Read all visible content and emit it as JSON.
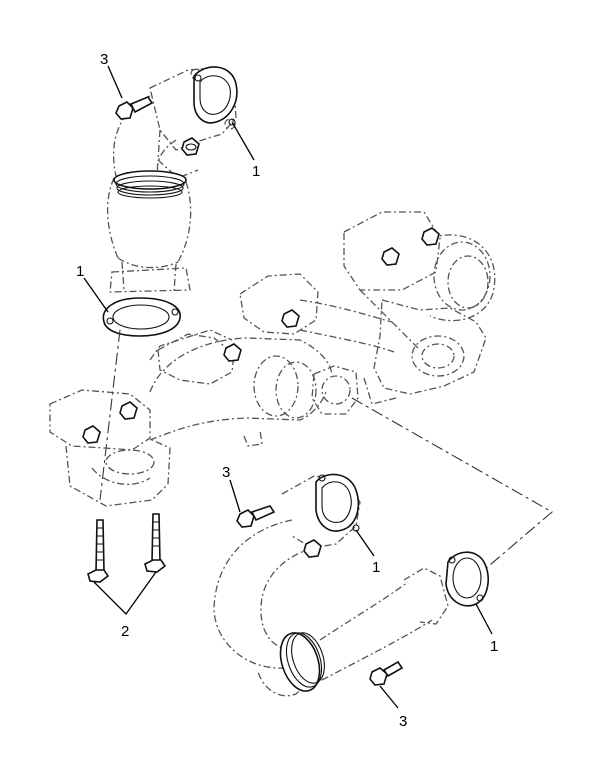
{
  "callouts": [
    {
      "text": "3"
    },
    {
      "text": "1"
    },
    {
      "text": "1"
    },
    {
      "text": "3"
    },
    {
      "text": "1"
    },
    {
      "text": "2"
    },
    {
      "text": "1"
    },
    {
      "text": "3"
    }
  ]
}
